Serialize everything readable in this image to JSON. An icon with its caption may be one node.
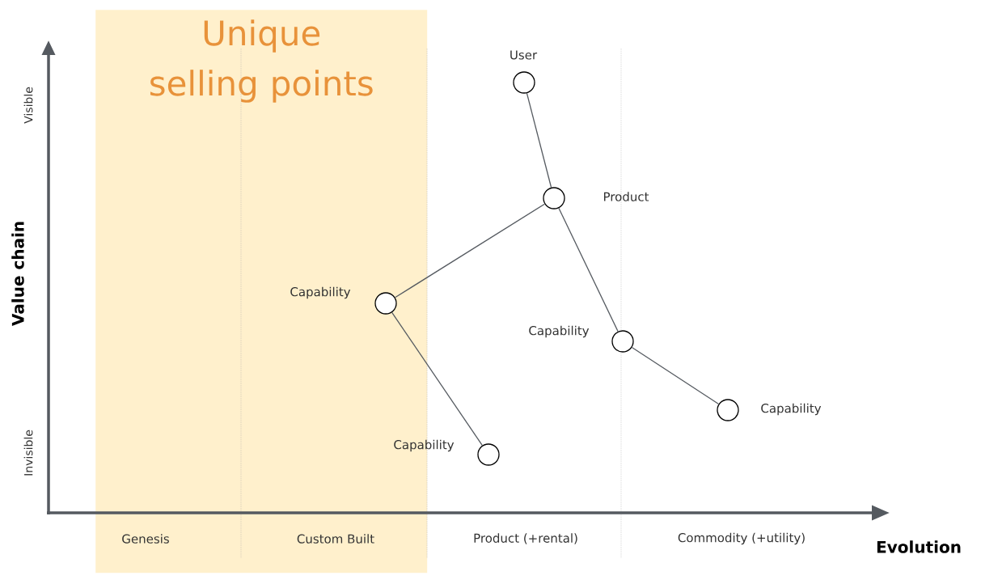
{
  "diagram": {
    "nodes": [
      {
        "text": [
          "Unique selling points"
        ]
      },
      {
        "text": [
          "User"
        ]
      },
      {
        "text": [
          "Product"
        ]
      },
      {
        "text": [
          "Capability"
        ],
        "in": 0
      },
      {
        "text": [
          "Capability"
        ]
      },
      {
        "text": [
          "Capability"
        ]
      },
      {
        "text": [
          "Capability"
        ]
      }
    ],
    "edges": [
      {
        "from": 1,
        "to": 2,
        "arrow": "none"
      },
      {
        "from": 2,
        "to": 3,
        "arrow": "none"
      },
      {
        "from": 2,
        "to": 4,
        "arrow": "none"
      },
      {
        "from": 3,
        "to": 6,
        "arrow": "none"
      },
      {
        "from": 4,
        "to": 5,
        "arrow": "none"
      }
    ],
    "labels": [
      "Visible",
      "Value chain",
      "Invisible",
      "Genesis",
      "Custom Built",
      "Product (+rental)",
      "Commodity (+utility)",
      "Evolution"
    ]
  }
}
